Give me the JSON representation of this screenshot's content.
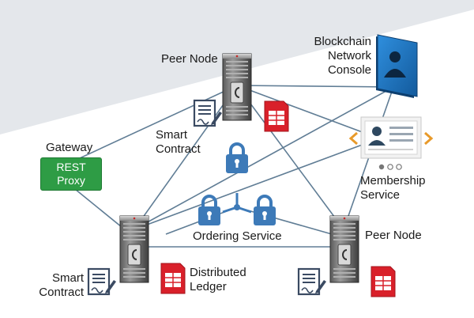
{
  "labels": {
    "peer_node_top": "Peer Node",
    "console_line1": "Blockchain",
    "console_line2": "Network",
    "console_line3": "Console",
    "smart_contract_mid_line1": "Smart",
    "smart_contract_mid_line2": "Contract",
    "gateway": "Gateway",
    "membership_line1": "Membership",
    "membership_line2": "Service",
    "ordering_service": "Ordering Service",
    "peer_node_right": "Peer Node",
    "smart_contract_bl_line1": "Smart",
    "smart_contract_bl_line2": "Contract",
    "ledger_line1": "Distributed",
    "ledger_line2": "Ledger"
  },
  "proxy": {
    "line1": "REST",
    "line2": "Proxy"
  },
  "colors": {
    "proxy_green": "#2e9c45",
    "ledger_red": "#d9202a",
    "console_blue": "#1f79c6",
    "connector": "#607d95",
    "lock_blue": "#3d7ab8",
    "arrow_orange": "#e89a2a"
  },
  "icons": [
    "server-icon",
    "contract-icon",
    "ledger-icon",
    "lock-icon",
    "console-icon",
    "membership-card-icon"
  ]
}
